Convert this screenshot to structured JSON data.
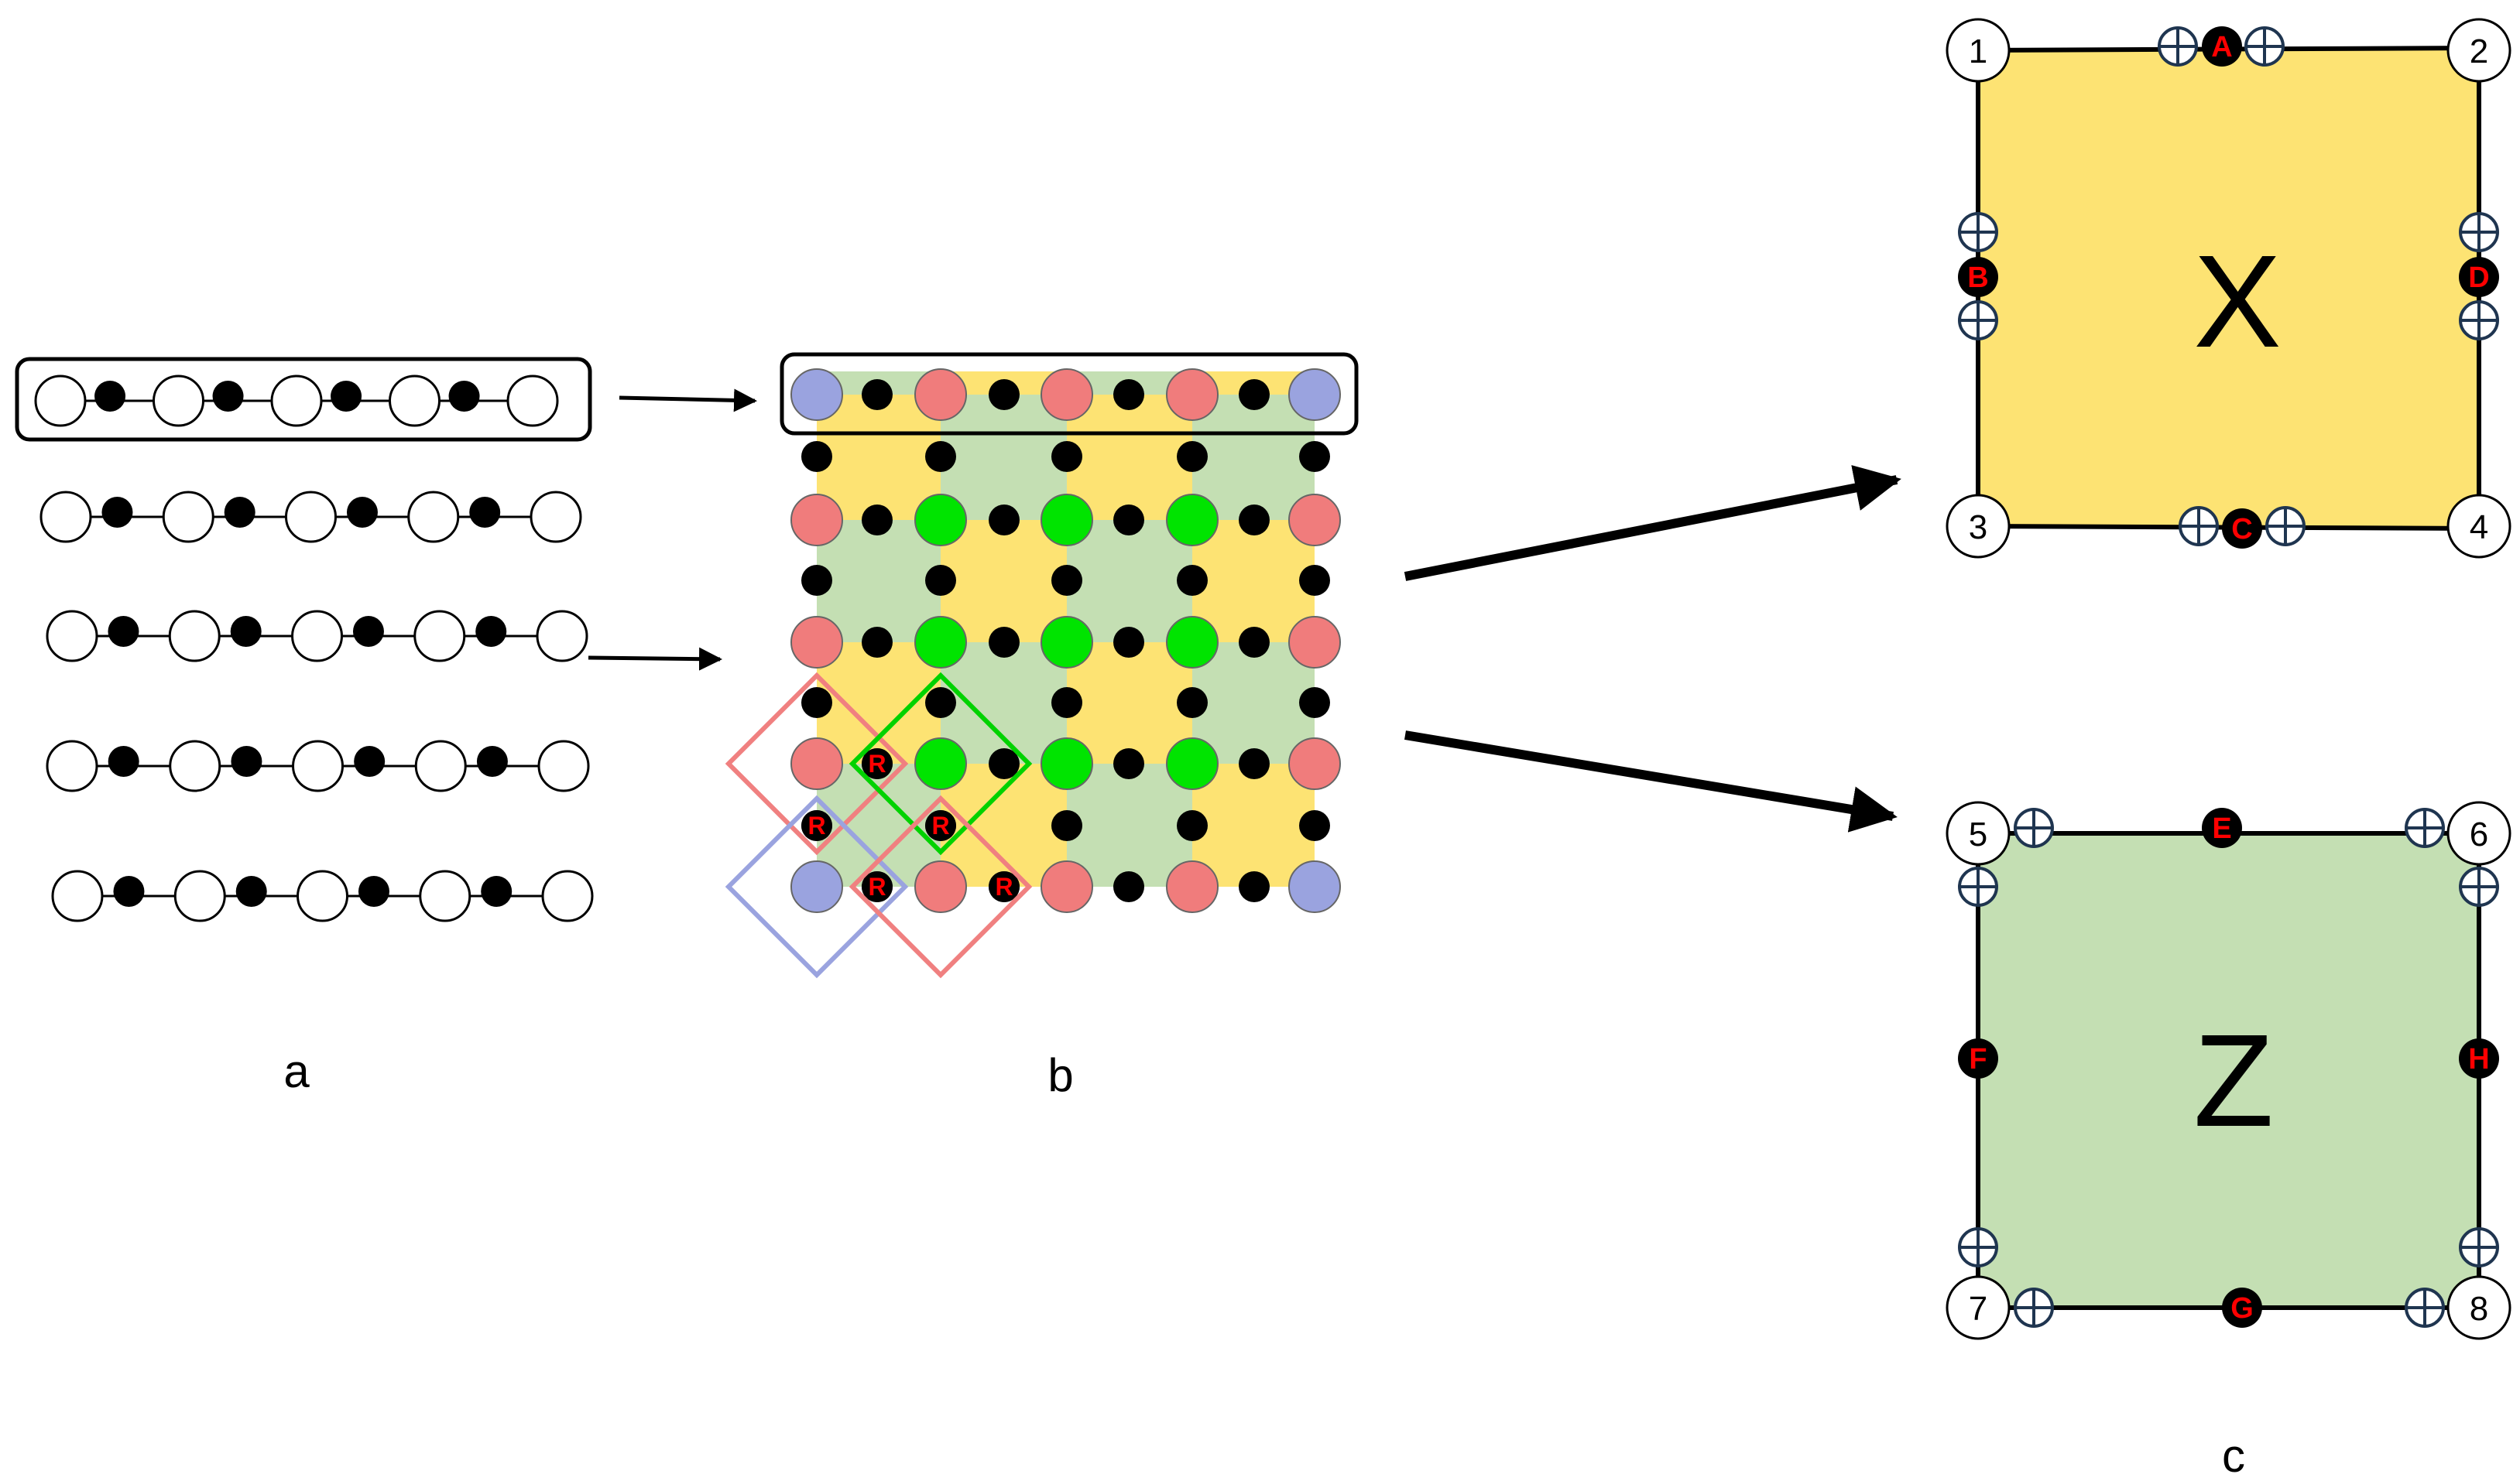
{
  "panels": {
    "a": {
      "label": "a",
      "chain_count": 5,
      "qubits_per_chain": 5,
      "ancillas_per_chain": 4,
      "boxed_chain_index": 0
    },
    "b": {
      "label": "b",
      "ancilla_label": "R"
    },
    "c": {
      "label": "c",
      "x_plaquette": {
        "stabilizer_label": "X",
        "color": "#fde373",
        "corner_labels": [
          "1",
          "2",
          "3",
          "4"
        ],
        "edge_labels": [
          "A",
          "B",
          "C",
          "D"
        ]
      },
      "z_plaquette": {
        "stabilizer_label": "Z",
        "color": "#c4dfb3",
        "corner_labels": [
          "5",
          "6",
          "7",
          "8"
        ],
        "edge_labels": [
          "E",
          "F",
          "G",
          "H"
        ]
      }
    }
  },
  "colors": {
    "boundary_qubit": "#9aa3df",
    "edge_qubit": "#f07c7c",
    "bulk_qubit": "#00e400",
    "ancilla": "#000000",
    "x_region": "#fde373",
    "z_region": "#c4dfb3",
    "ancilla_letter": "#ff0000",
    "red_frame": "#f08080",
    "green_frame": "#00d200",
    "blue_frame": "#9aa3df"
  }
}
